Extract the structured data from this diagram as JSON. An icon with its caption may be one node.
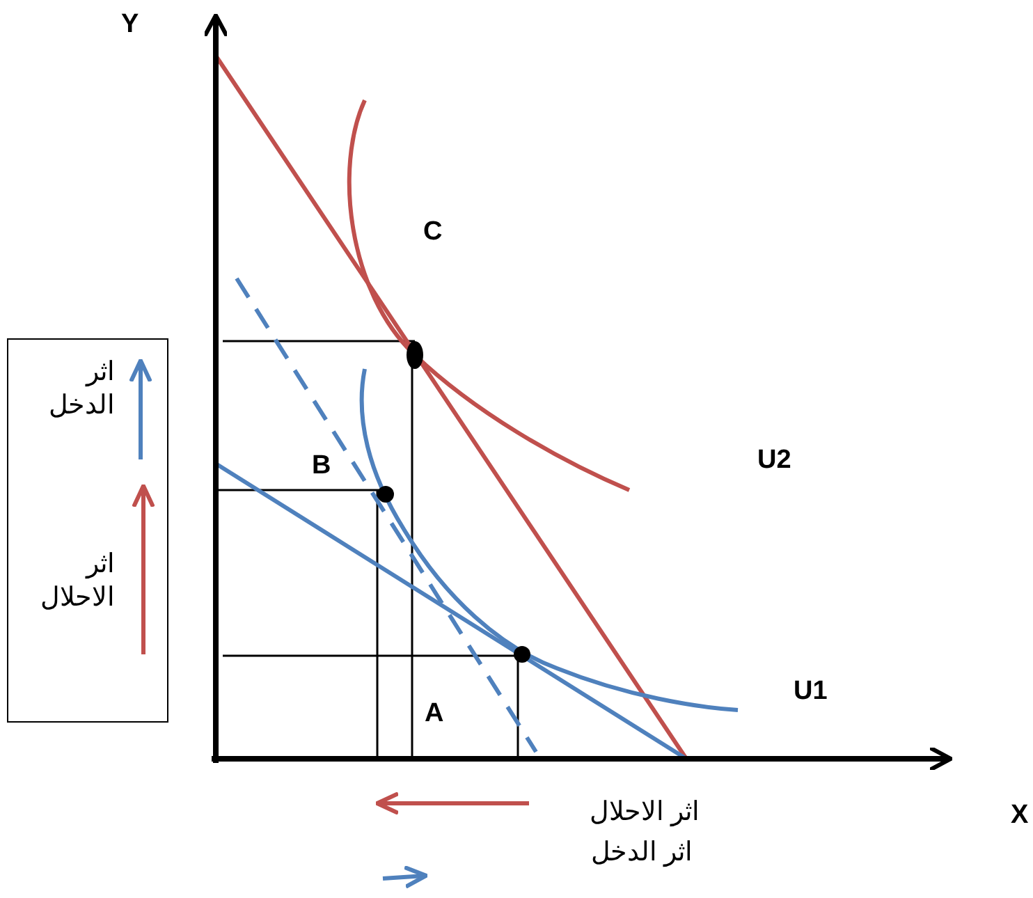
{
  "diagram": {
    "nodes": [
      {
        "text": [
          "اثر الدخل",
          "اثر الاحلال"
        ]
      }
    ],
    "edges": [],
    "labels": [
      "Y",
      "C",
      "B",
      "U2",
      "U1",
      "A",
      "X",
      "اثر الاحلال",
      "اثر الدخل"
    ]
  }
}
